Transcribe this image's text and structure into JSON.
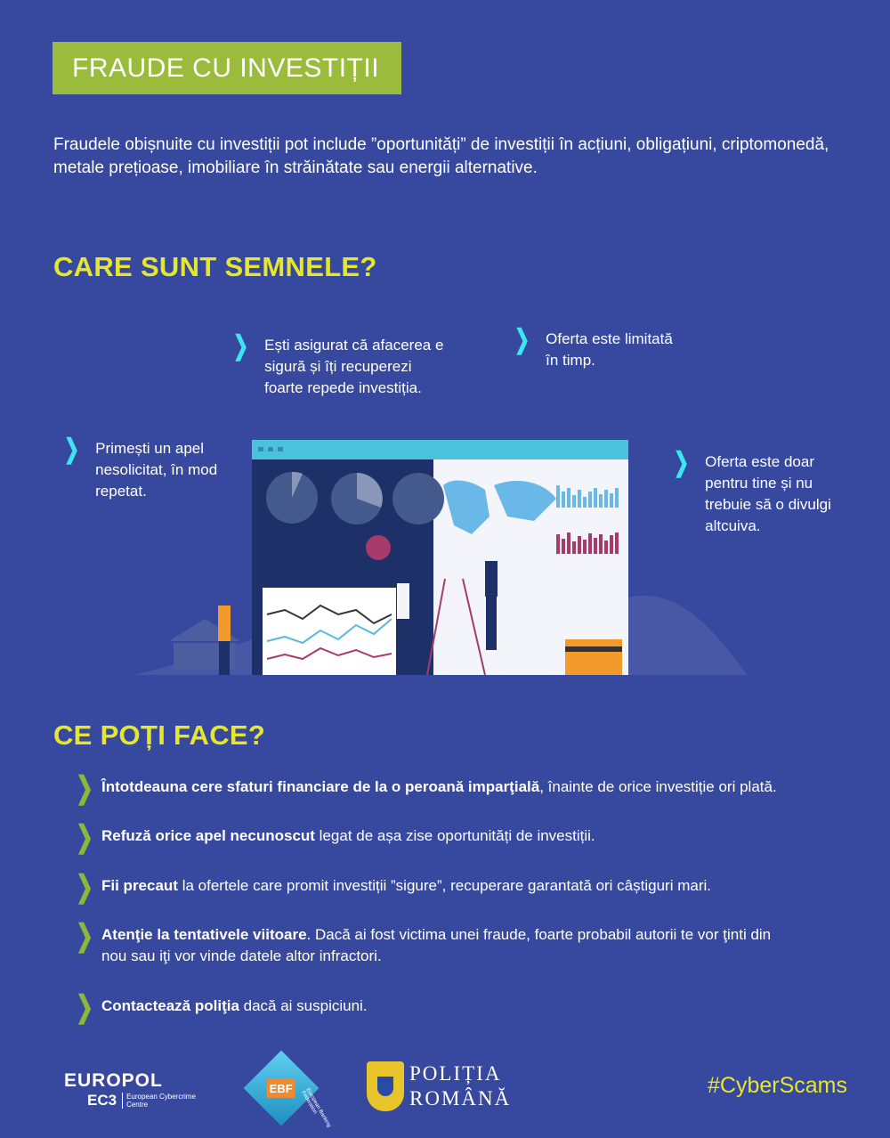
{
  "title": "FRAUDE CU INVESTIȚII",
  "intro": "Fraudele obișnuite cu investiții pot include ”oportunități” de investiții în acțiuni, obligațiuni, criptomonedă, metale prețioase, imobiliare în străinătate sau energii alternative.",
  "signs_heading": "CARE SUNT SEMNELE?",
  "signs": [
    "Ești asigurat că afacerea e sigură și îți recuperezi foarte repede investiția.",
    "Oferta este limitată în timp.",
    "Primești un apel nesolicitat, în mod repetat.",
    "Oferta este doar pentru tine și nu trebuie să o divulgi altcuiva."
  ],
  "actions_heading": "CE POȚI FACE?",
  "actions": [
    {
      "bold": "Întotdeauna cere sfaturi financiare de la o peroană imparţială",
      "rest": ", înainte de orice investiție ori plată."
    },
    {
      "bold": "Refuză orice apel necunoscut",
      "rest": " legat de așa zise oportunități de investiții."
    },
    {
      "bold": "Fii precaut",
      "rest": " la ofertele care promit investiții ”sigure”, recuperare garantată ori câștiguri mari."
    },
    {
      "bold": "Atenţie la tentativele viitoare",
      "rest": ". Dacă ai fost victima unei fraude, foarte probabil autorii te vor ţinti din nou sau iţi vor vinde datele altor infractori."
    },
    {
      "bold": "Contactează poliţia",
      "rest": " dacă ai suspiciuni."
    }
  ],
  "logos": {
    "europol": "EUROPOL",
    "ec3": "EC3",
    "ec3_sub": "European Cybercrime Centre",
    "ebf": "EBF",
    "ebf_sub": "European Banking Federation",
    "politia_1": "POLIȚIA",
    "politia_2": "ROMÂNĂ"
  },
  "hashtag": "#CyberScams",
  "colors": {
    "background": "#37499e",
    "title_box": "#9bbb3c",
    "heading": "#e6e62e",
    "chevron_signs": "#3ce6f0",
    "chevron_tips": "#8cb83a"
  }
}
